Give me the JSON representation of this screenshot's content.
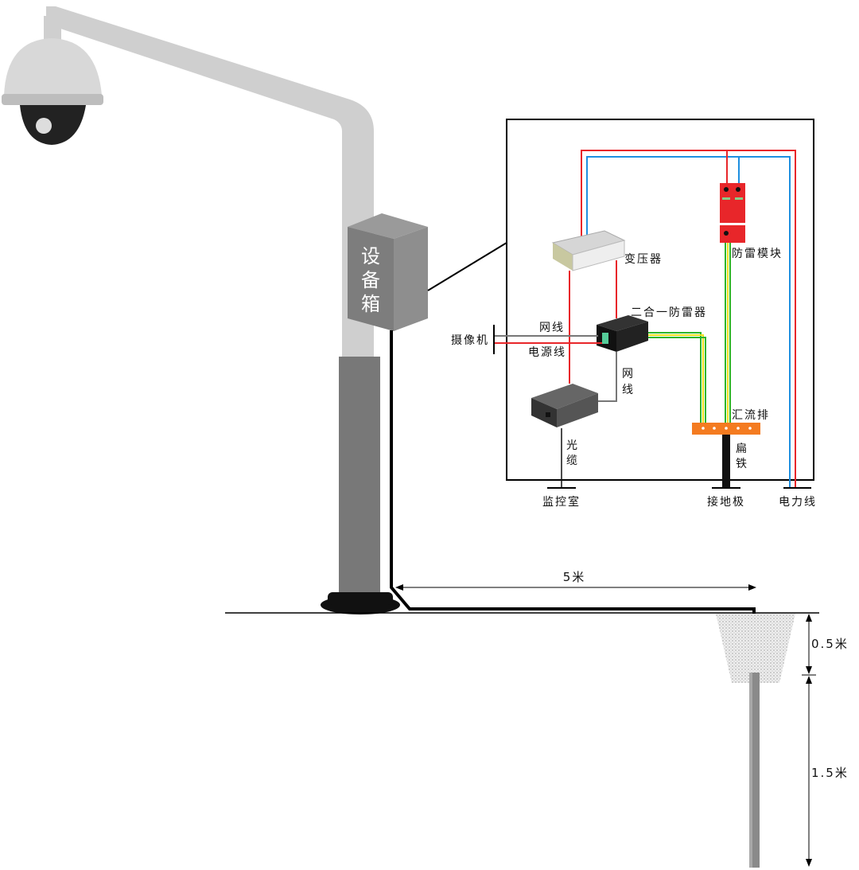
{
  "box_label": [
    "设",
    "备",
    "箱"
  ],
  "labels": {
    "transformer": "变压器",
    "surge_module": "防雷模块",
    "two_in_one": "二合一防雷器",
    "camera": "摄像机",
    "network_cable": "网线",
    "power_cable": "电源线",
    "network_cable_vertical": [
      "网",
      "线"
    ],
    "fiber_cable": [
      "光",
      "缆"
    ],
    "busbar": "汇流排",
    "flat_iron": [
      "扁",
      "铁"
    ],
    "monitor_room": "监控室",
    "ground_electrode": "接地极",
    "power_line": "电力线"
  },
  "dimensions": {
    "horizontal": "5米",
    "pit_depth": "0.5米",
    "rod_depth": "1.5米"
  },
  "colors": {
    "live": "#e8262a",
    "neutral": "#1e8fe0",
    "ground_green": "#2db52d",
    "ground_yellow": "#f0e020",
    "busbar": "#f47b20"
  }
}
